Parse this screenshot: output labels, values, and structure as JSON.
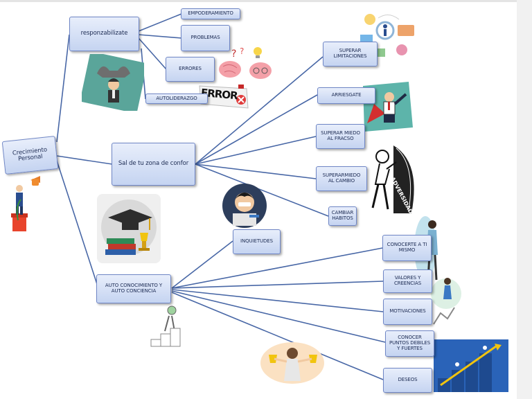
{
  "nodes": {
    "root": "Crecimiento\nPersonal",
    "responsabilizate": "responzabilizate",
    "empoderamiento": "EMPODERAMIENTO",
    "problemas": "PROBLEMAS",
    "errores": "ERRORES",
    "autoliderazgo": "AUTOLIDERAZGO",
    "zona_confort": "Sal de tu zona de confor",
    "superar_limitaciones": "SUPERAR\nLIMITACIONES",
    "arriesgate": "ARRIESGATE",
    "superar_miedo_fracaso": "SUPERAR MIEDO\nAL FRACSO",
    "superar_miedo_cambio": "SUPERARMIEDO\nAL CAMBIO",
    "cambiar_habitos": "CAMBIAR\nHABITOS",
    "autoconocimiento": "AUTO CONOCIMIENTO Y\nAUTO CONCIENCIA",
    "inquietudes": "INQUIETUDES",
    "conocerte": "CONOCERTE A TI\nMISMO",
    "valores": "VALORES Y\nCREENCIAS",
    "motivaciones": "MOTIVACIONES",
    "puntos_debiles": "CONOCER\nPUNTOS DEBILES\nY FUERTES",
    "deseos": "DESEOS"
  },
  "illustrations": {
    "error_sign_text": "ERROR",
    "adversidad_text": "ADVERSIDAD"
  },
  "colors": {
    "node_fill_top": "#e8eefb",
    "node_fill_bottom": "#c5d4f1",
    "node_border": "#6f86c6",
    "link": "#4867a6",
    "text": "#1b2a52"
  }
}
